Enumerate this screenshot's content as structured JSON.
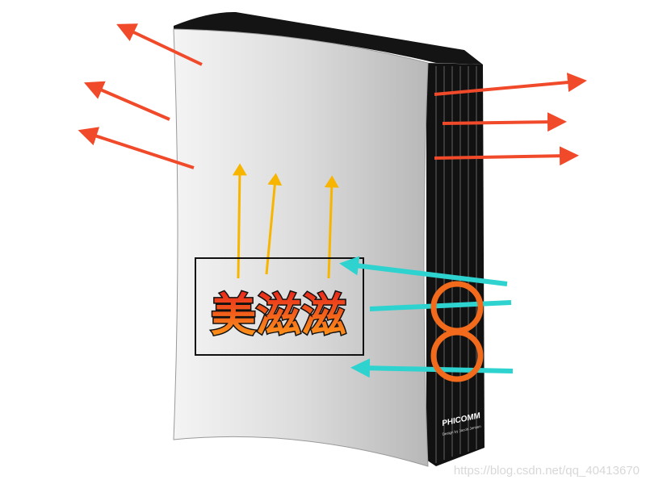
{
  "overlay_text": "美滋滋",
  "device": {
    "brand": "PHICOMM",
    "tagline": "Design by Jacob Jensen"
  },
  "watermark": "https://blog.csdn.net/qq_40413670",
  "colors": {
    "hot_air_arrow": "#f04a2a",
    "rising_air_arrow": "#f7b500",
    "cool_air_arrow": "#2ed3cf",
    "intake_circle": "#f26a1b",
    "body_silver": "#d9d9d9",
    "body_black": "#141414"
  }
}
